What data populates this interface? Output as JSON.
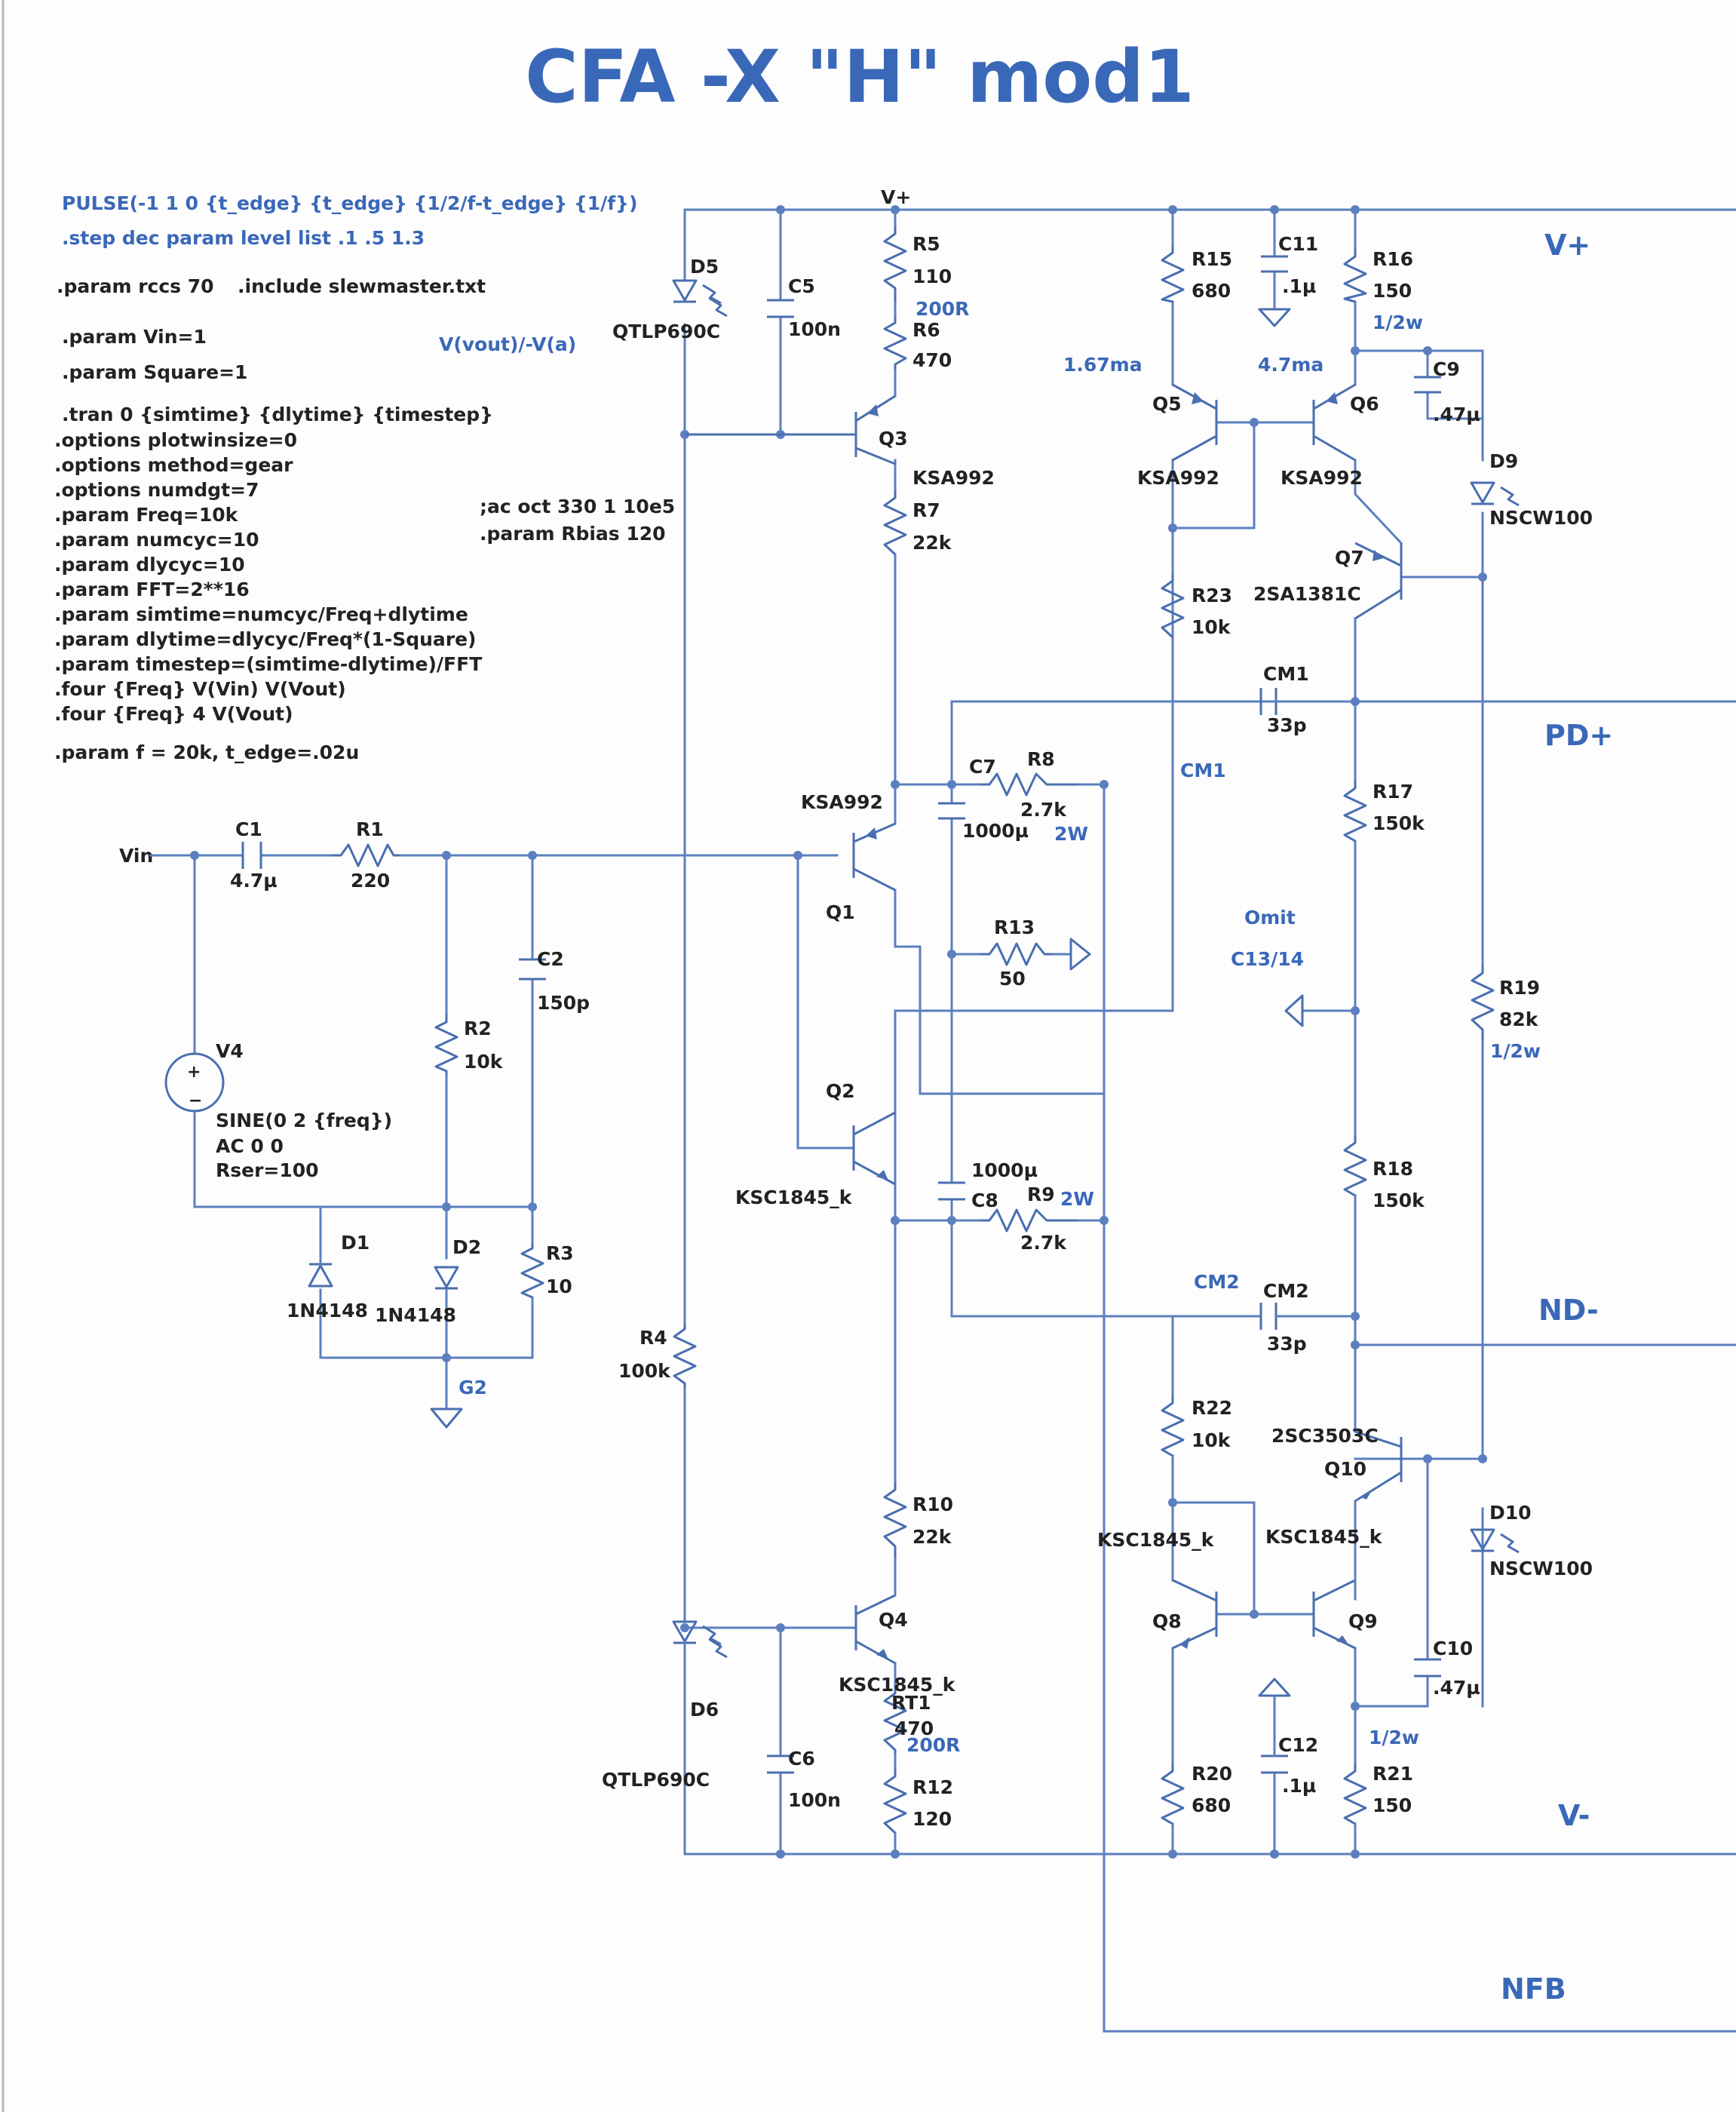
{
  "title": "CFA -X \"H\" mod1",
  "directives": {
    "blue": [
      "PULSE(-1 1 0 {t_edge} {t_edge} {1/2/f-t_edge} {1/f})",
      ".step dec param level list .1 .5 1.3"
    ],
    "black": [
      ".param rccs 70",
      ".include slewmaster.txt",
      ".param Vin=1",
      ".param Square=1",
      ".tran 0 {simtime} {dlytime} {timestep}",
      ".options plotwinsize=0",
      ".options method=gear",
      ".options numdgt=7",
      ".param Freq=10k",
      ".param numcyc=10",
      ".param dlycyc=10",
      ".param FFT=2**16",
      ".param simtime=numcyc/Freq+dlytime",
      ".param dlytime=dlycyc/Freq*(1-Square)",
      ".param timestep=(simtime-dlytime)/FFT",
      ".four {Freq}  V(Vin) V(Vout)",
      ".four {Freq} 4 V(Vout)",
      ".param f = 20k, t_edge=.02u",
      ";ac oct 330 1 10e5",
      ".param Rbias 120"
    ],
    "probe": "V(vout)/-V(a)"
  },
  "nets": {
    "vplus_top": "V+",
    "vplus": "V+",
    "pd_plus": "PD+",
    "nd_minus": "ND-",
    "vminus": "V-",
    "nfb": "NFB",
    "vin": "Vin",
    "g2": "G2",
    "cm1": "CM1",
    "cm2": "CM2"
  },
  "notes": {
    "ma1": "1.67ma",
    "ma2": "4.7ma",
    "omit1": "Omit",
    "omit2": "C13/14",
    "r5r6": "200R",
    "rt1": "200R",
    "r16w": "1/2w",
    "r19w": "1/2w",
    "r21w": "1/2w",
    "r8w": "2W",
    "r9w": "2W"
  },
  "components": {
    "C1": [
      "C1",
      "4.7µ"
    ],
    "R1": [
      "R1",
      "220"
    ],
    "C2": [
      "C2",
      "150p"
    ],
    "R2": [
      "R2",
      "10k"
    ],
    "R3": [
      "R3",
      "10"
    ],
    "D1": [
      "D1",
      "1N4148"
    ],
    "D2": [
      "D2",
      "1N4148"
    ],
    "V4": [
      "V4",
      "SINE(0 2 {freq})",
      "AC 0 0",
      "Rser=100"
    ],
    "D5": [
      "D5",
      "QTLP690C"
    ],
    "D6": [
      "D6",
      "QTLP690C"
    ],
    "C5": [
      "C5",
      "100n"
    ],
    "C6": [
      "C6",
      "100n"
    ],
    "R4": [
      "R4",
      "100k"
    ],
    "R5": [
      "R5",
      "110"
    ],
    "R6": [
      "R6",
      "470"
    ],
    "R7": [
      "R7",
      "22k"
    ],
    "R10": [
      "R10",
      "22k"
    ],
    "RT1": [
      "RT1",
      "470"
    ],
    "R12": [
      "R12",
      "120"
    ],
    "Q1": [
      "Q1",
      "KSA992"
    ],
    "Q2": [
      "Q2",
      "KSC1845_k"
    ],
    "Q3": [
      "Q3",
      "KSA992"
    ],
    "Q4": [
      "Q4",
      "KSC1845_k"
    ],
    "C7": [
      "C7",
      "1000µ"
    ],
    "C8": [
      "C8",
      "1000µ"
    ],
    "R8": [
      "R8",
      "2.7k"
    ],
    "R9": [
      "R9",
      "2.7k"
    ],
    "R13": [
      "R13",
      "50"
    ],
    "R15": [
      "R15",
      "680"
    ],
    "R16": [
      "R16",
      "150"
    ],
    "C11": [
      "C11",
      ".1µ"
    ],
    "C9": [
      "C9",
      ".47µ"
    ],
    "D9": [
      "D9",
      "NSCW100"
    ],
    "Q5": [
      "Q5",
      "KSA992"
    ],
    "Q6": [
      "Q6",
      "KSA992"
    ],
    "Q7": [
      "Q7",
      "2SA1381C"
    ],
    "R23": [
      "R23",
      "10k"
    ],
    "CM1": [
      "CM1",
      "33p"
    ],
    "R17": [
      "R17",
      "150k"
    ],
    "R19": [
      "R19",
      "82k"
    ],
    "R18": [
      "R18",
      "150k"
    ],
    "CM2": [
      "CM2",
      "33p"
    ],
    "R22": [
      "R22",
      "10k"
    ],
    "Q10": [
      "Q10",
      "2SC3503C"
    ],
    "D10": [
      "D10",
      "NSCW100"
    ],
    "Q8": [
      "Q8",
      "KSC1845_k"
    ],
    "Q9": [
      "Q9",
      "KSC1845_k"
    ],
    "C10": [
      "C10",
      ".47µ"
    ],
    "C12": [
      "C12",
      ".1µ"
    ],
    "R20": [
      "R20",
      "680"
    ],
    "R21": [
      "R21",
      "150"
    ]
  }
}
